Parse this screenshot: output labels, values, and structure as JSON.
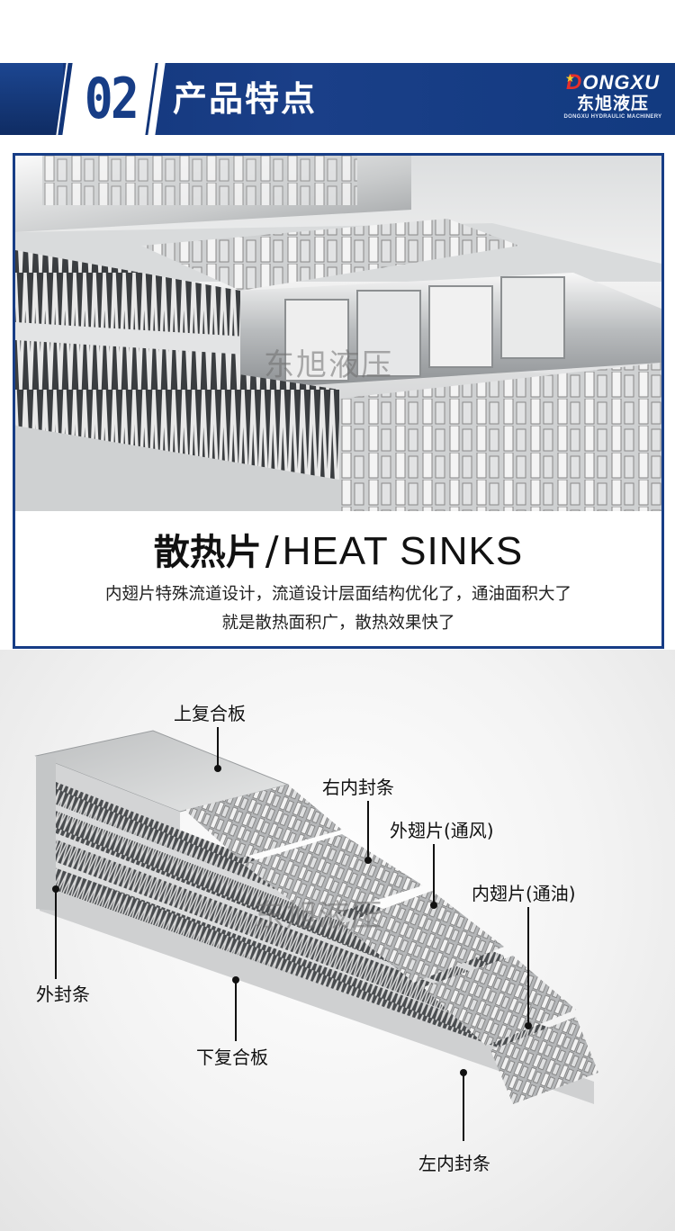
{
  "header": {
    "section_number": "02",
    "section_title": "产品特点",
    "logo": {
      "brand_mark_first": "D",
      "brand_mark_rest": "ONGXU",
      "cn_name": "东旭液压",
      "en_name": "DONGXU HYDRAULIC MACHINERY"
    }
  },
  "product": {
    "watermark": "东旭液压",
    "title_cn": "散热片",
    "title_sep": "/",
    "title_en": "HEAT SINKS",
    "description_line1": "内翅片特殊流道设计，流道设计层面结构优化了，通油面积大了",
    "description_line2": "就是散热面积广，散热效果快了"
  },
  "diagram": {
    "watermark": "东旭液压",
    "labels": {
      "top_plate": "上复合板",
      "right_seal": "右内封条",
      "outer_fin": "外翅片(通风)",
      "inner_fin": "内翅片(通油)",
      "outer_seal": "外封条",
      "bottom_plate": "下复合板",
      "left_seal": "左内封条"
    }
  },
  "colors": {
    "brand_blue": "#173d86",
    "logo_red": "#e62f2a",
    "logo_gold": "#f6cf2a"
  }
}
